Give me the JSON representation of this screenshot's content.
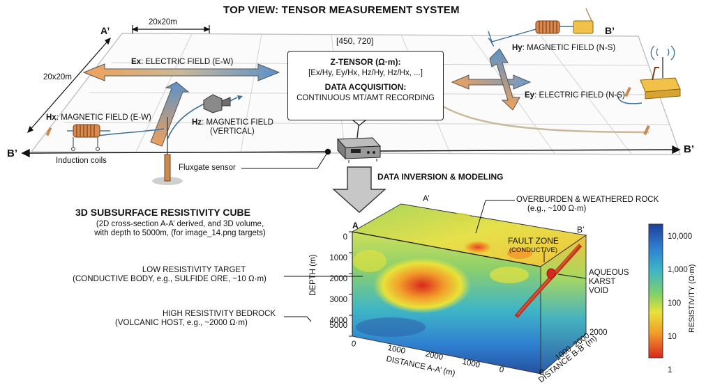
{
  "top_view": {
    "title": "TOP VIEW: TENSOR MEASUREMENT SYSTEM",
    "grid_label_top": "20x20m",
    "grid_label_left": "20x20m",
    "corner_a_left": "A’",
    "corner_b_right_top": "B’",
    "corner_b_left": "B’",
    "corner_b_right": "B’",
    "coords": "[450, 720]",
    "ex_prefix": "Ex",
    "ex_label": ": ELECTRIC FIELD (E-W)",
    "ey_prefix": "Ey",
    "ey_label": ": ELECTRIC FIELD (N-S)",
    "hx_prefix": "Hx",
    "hx_label": ": MAGNETIC FIELD (E-W)",
    "hy_prefix": "Hy",
    "hy_label": ": MAGNETIC FIELD (N-S)",
    "hz_prefix": "Hz",
    "hz_label_1": ": MAGNETIC FIELD",
    "hz_label_2": "(VERTICAL)",
    "induction_coils": "Induction coils",
    "fluxgate_sensor": "Fluxgate sensor",
    "ztensor_title": "Z-TENSOR (Ω·m):",
    "ztensor_components": "[Ex/Hy, Ey/Hx, Hz/Hy, Hz/Hx, ...]",
    "acq_title": "DATA ACQUISITION:",
    "acq_detail": "CONTINUOUS MT/AMT RECORDING",
    "inversion_label": "DATA INVERSION & MODELING"
  },
  "cube": {
    "title": "3D SUBSURFACE RESISTIVITY CUBE",
    "subtitle_1": "(2D cross-section A-A’ derived, and 3D volume,",
    "subtitle_2": "with depth to 5000m, (for image_14.png targets)",
    "corner_a": "A",
    "corner_a_prime": "A’",
    "corner_b_prime": "B’",
    "depth_label": "DEPTH (m)",
    "depth_ticks": [
      "0",
      "1000",
      "2000",
      "3000",
      "4000",
      "5000"
    ],
    "x_label": "DISTANCE A-A’ (m)",
    "x_ticks": [
      "0",
      "1000",
      "2000",
      "1000",
      "0"
    ],
    "y_label": "DISTANCE B-B’ (m)",
    "y_ticks": [
      "2000",
      "2000",
      "1000",
      "0"
    ],
    "overburden_1": "OVERBURDEN & WEATHERED ROCK",
    "overburden_2": "(e.g., ~100 Ω·m)",
    "fault_1": "FAULT ZONE",
    "fault_2": "(CONDUCTIVE)",
    "karst_1": "AQUEOUS",
    "karst_2": "KARST",
    "karst_3": "VOID",
    "low_res_1": "LOW RESISTIVITY TARGET",
    "low_res_2": "(CONDUCTIVE BODY, e.g., SULFIDE ORE, ~10 Ω·m)",
    "high_res_1": "HIGH RESISTIVITY BEDROCK",
    "high_res_2": "(VOLCANIC HOST, e.g., ~2000 Ω·m)"
  },
  "colorbar": {
    "label": "RESISTIVITY (Ω·m)",
    "ticks": [
      "10,000",
      "1,000",
      "100",
      "10",
      "1"
    ],
    "colors": [
      "#1f3f9a",
      "#2f7fd0",
      "#3fb6c6",
      "#7fcf6a",
      "#e8e23a",
      "#f29a2a",
      "#d8281e"
    ]
  }
}
